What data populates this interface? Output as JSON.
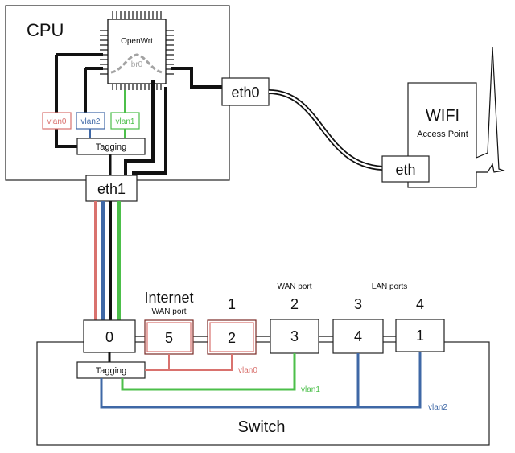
{
  "cpu": {
    "label": "CPU",
    "chip_label": "OpenWrt",
    "bridge_label": "br0",
    "vlans": {
      "vlan0": "vlan0",
      "vlan2": "vlan2",
      "vlan1": "vlan1"
    },
    "tagging_label": "Tagging"
  },
  "interfaces": {
    "eth0": "eth0",
    "eth1": "eth1"
  },
  "wifi": {
    "title": "WIFI",
    "subtitle": "Access Point",
    "port_label": "eth"
  },
  "switch": {
    "label": "Switch",
    "tagging_label": "Tagging",
    "headers": {
      "internet": "Internet",
      "internet_sub": "WAN port",
      "lan1": "1",
      "wan_top": "WAN port",
      "wan_num": "2",
      "lan_ports": "LAN ports",
      "lan3": "3",
      "lan4": "4"
    },
    "ports": [
      "0",
      "5",
      "2",
      "3",
      "4",
      "1"
    ],
    "line_labels": {
      "vlan0": "vlan0",
      "vlan1": "vlan1",
      "vlan2": "vlan2"
    }
  },
  "colors": {
    "vlan0": "#d9726e",
    "vlan1": "#4cbf4a",
    "vlan2": "#3f68a6",
    "port_red": "#7a2a25",
    "bridge_dash": "#a3a3a3"
  }
}
